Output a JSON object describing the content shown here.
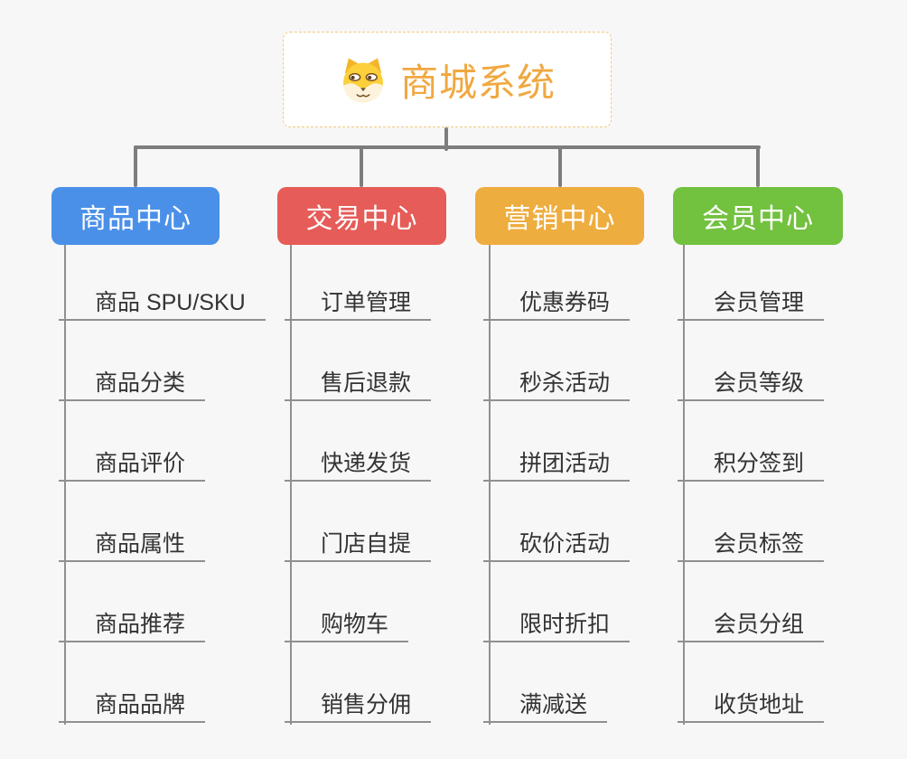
{
  "root": {
    "title": "商城系统",
    "accent_color": "#f0a840",
    "icon": "dog-face-icon"
  },
  "branches": [
    {
      "label": "商品中心",
      "color": "#4a90e8",
      "children": [
        "商品 SPU/SKU",
        "商品分类",
        "商品评价",
        "商品属性",
        "商品推荐",
        "商品品牌"
      ]
    },
    {
      "label": "交易中心",
      "color": "#e65c58",
      "children": [
        "订单管理",
        "售后退款",
        "快递发货",
        "门店自提",
        "购物车",
        "销售分佣"
      ]
    },
    {
      "label": "营销中心",
      "color": "#eead3f",
      "children": [
        "优惠券码",
        "秒杀活动",
        "拼团活动",
        "砍价活动",
        "限时折扣",
        "满减送"
      ]
    },
    {
      "label": "会员中心",
      "color": "#72c13f",
      "children": [
        "会员管理",
        "会员等级",
        "积分签到",
        "会员标签",
        "会员分组",
        "收货地址"
      ]
    }
  ],
  "colors": {
    "background": "#f7f7f7",
    "connector": "#7d7d7d",
    "underline": "#909090",
    "subtopic_text": "#333333",
    "root_border": "#f3c97e"
  }
}
